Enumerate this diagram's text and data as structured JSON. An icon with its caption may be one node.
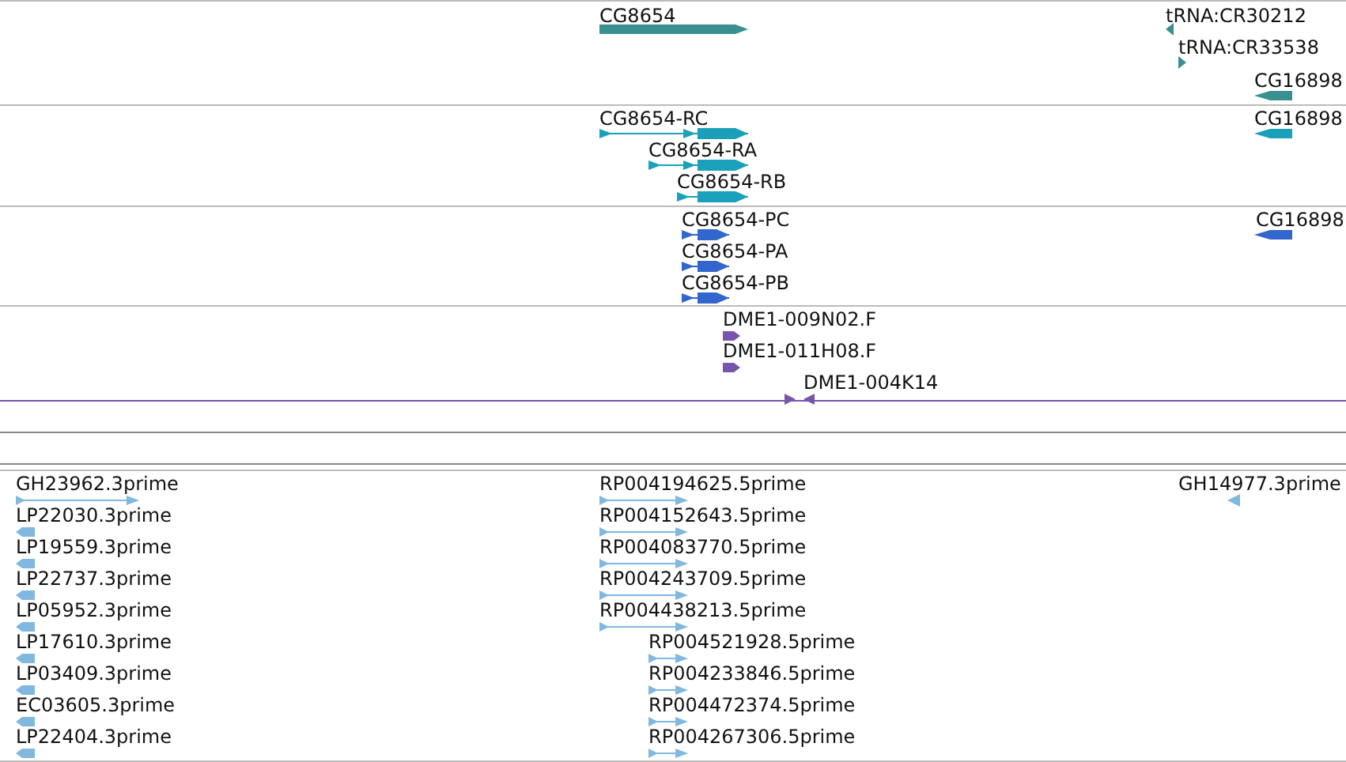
{
  "diagram": {
    "nodes": [
      {
        "text": [
          "CG8654"
        ]
      },
      {
        "text": [
          "tRNA:CR30212"
        ]
      },
      {
        "text": [
          "tRNA:CR33538"
        ]
      },
      {
        "text": [
          "CG16898"
        ]
      },
      {
        "text": [
          "CG8654-RC"
        ]
      },
      {
        "text": [
          "CG8654-RA"
        ]
      },
      {
        "text": [
          "CG8654-RB"
        ]
      },
      {
        "text": [
          "CG16898"
        ]
      },
      {
        "text": [
          "CG8654-PC"
        ]
      },
      {
        "text": [
          "CG8654-PA"
        ]
      },
      {
        "text": [
          "CG8654-PB"
        ]
      },
      {
        "text": [
          "CG16898"
        ]
      },
      {
        "text": [
          "DME1-009N02.F"
        ]
      },
      {
        "text": [
          "DME1-011H08.F"
        ]
      },
      {
        "text": [
          "DME1-004K14"
        ]
      },
      {
        "text": [
          "GH23962.3prime"
        ]
      },
      {
        "text": [
          "LP22030.3prime"
        ]
      },
      {
        "text": [
          "LP19559.3prime"
        ]
      },
      {
        "text": [
          "LP22737.3prime"
        ]
      },
      {
        "text": [
          "LP05952.3prime"
        ]
      },
      {
        "text": [
          "LP17610.3prime"
        ]
      },
      {
        "text": [
          "LP03409.3prime"
        ]
      },
      {
        "text": [
          "EC03605.3prime"
        ]
      },
      {
        "text": [
          "LP22404.3prime"
        ]
      },
      {
        "text": [
          "GH14977.3prime"
        ]
      },
      {
        "text": [
          "RP004194625.5prime"
        ]
      },
      {
        "text": [
          "RP004152643.5prime"
        ]
      },
      {
        "text": [
          "RP004083770.5prime"
        ]
      },
      {
        "text": [
          "RP004243709.5prime"
        ]
      },
      {
        "text": [
          "RP004438213.5prime"
        ]
      },
      {
        "text": [
          "RP004521928.5prime"
        ]
      },
      {
        "text": [
          "RP004233846.5prime"
        ]
      },
      {
        "text": [
          "RP004472374.5prime"
        ]
      },
      {
        "text": [
          "RP004267306.5prime"
        ]
      }
    ]
  }
}
